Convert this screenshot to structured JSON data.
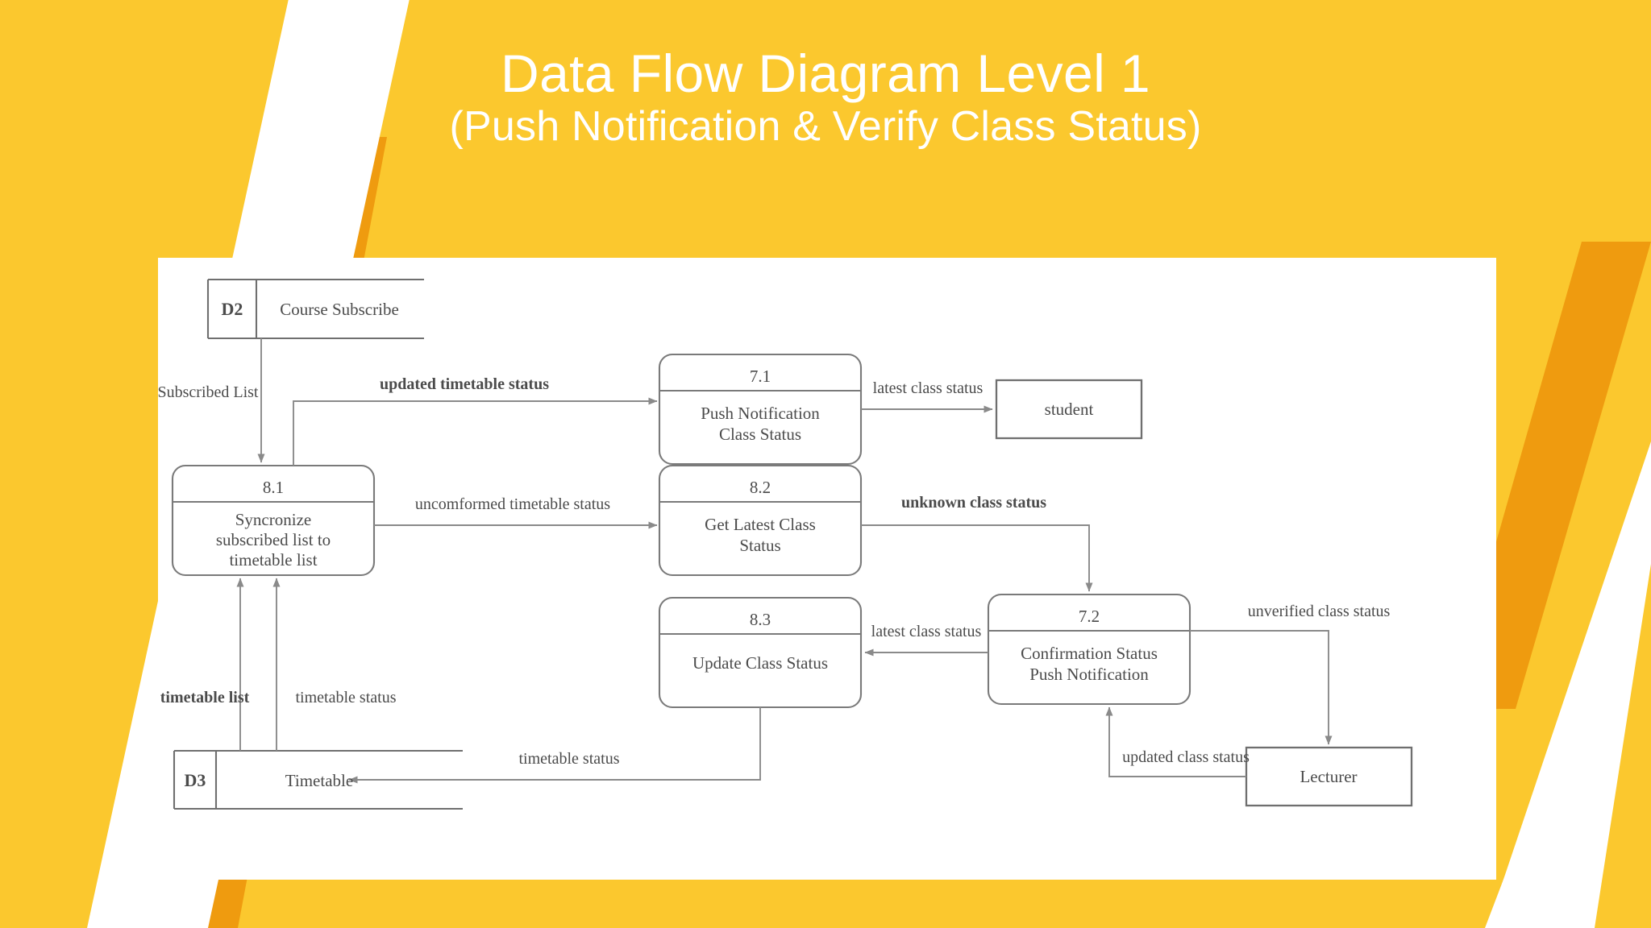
{
  "slide": {
    "background_color": "#FBC82E",
    "accent_color": "#EF9B0F",
    "panel_color": "#FFFFFF",
    "title_line1": "Data Flow Diagram Level 1",
    "title_line2": "(Push Notification & Verify Class Status)"
  },
  "diagram": {
    "type": "data-flow-diagram",
    "level": "1",
    "stroke_color": "#7A7A7A",
    "data_stores": [
      {
        "id": "D2",
        "name": "Course Subscribe"
      },
      {
        "id": "D3",
        "name": "Timetable"
      }
    ],
    "processes": [
      {
        "number": "7.1",
        "label_line1": "Push Notification",
        "label_line2": "Class Status"
      },
      {
        "number": "7.2",
        "label_line1": "Confirmation Status",
        "label_line2": "Push Notification"
      },
      {
        "number": "8.1",
        "label_line1": "Syncronize",
        "label_line2": "subscribed list to",
        "label_line3": "timetable list"
      },
      {
        "number": "8.2",
        "label_line1": "Get Latest Class",
        "label_line2": "Status"
      },
      {
        "number": "8.3",
        "label_line1": "Update Class Status",
        "label_line2": ""
      }
    ],
    "external_entities": [
      {
        "name": "student"
      },
      {
        "name": "Lecturer"
      }
    ],
    "flows": [
      {
        "label": "Subscribed List",
        "bold": false,
        "from": "D2",
        "to": "8.1"
      },
      {
        "label": "updated timetable status",
        "bold": true,
        "from": "8.1",
        "to": "7.1"
      },
      {
        "label": "latest class status",
        "bold": false,
        "from": "7.1",
        "to": "student"
      },
      {
        "label": "uncomformed timetable status",
        "bold": false,
        "from": "8.1",
        "to": "8.2"
      },
      {
        "label": "unknown class status",
        "bold": true,
        "from": "8.2",
        "to": "7.2"
      },
      {
        "label": "unverified class status",
        "bold": false,
        "from": "7.2",
        "to": "Lecturer"
      },
      {
        "label": "updated class status",
        "bold": false,
        "from": "Lecturer",
        "to": "7.2"
      },
      {
        "label": "latest class status",
        "bold": false,
        "from": "7.2",
        "to": "8.3"
      },
      {
        "label": "timetable status",
        "bold": false,
        "from": "8.3",
        "to": "D3"
      },
      {
        "label": "timetable list",
        "bold": true,
        "from": "D3",
        "to": "8.1"
      },
      {
        "label": "timetable status",
        "bold": false,
        "from": "D3",
        "to": "8.1"
      }
    ]
  }
}
